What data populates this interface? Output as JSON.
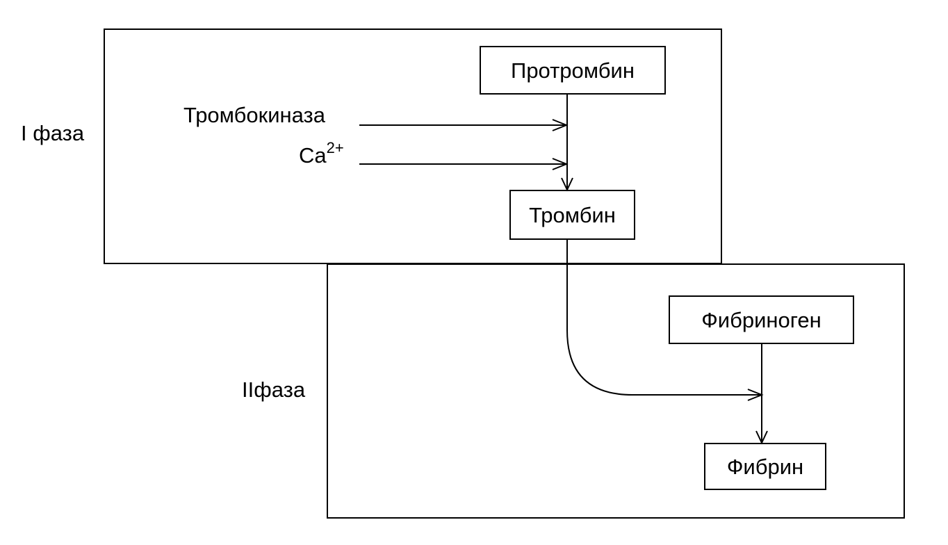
{
  "phases": [
    {
      "label": "I фаза"
    },
    {
      "label": "IIфаза"
    }
  ],
  "nodes": {
    "prothrombin": "Протромбин",
    "thrombin": "Тромбин",
    "fibrinogen": "Фибриноген",
    "fibrin": "Фибрин"
  },
  "factors": {
    "thrombokinase": "Тромбокиназа",
    "calcium_base": "Ca",
    "calcium_charge": "2+"
  },
  "colors": {
    "line": "#000000",
    "background": "#ffffff"
  }
}
